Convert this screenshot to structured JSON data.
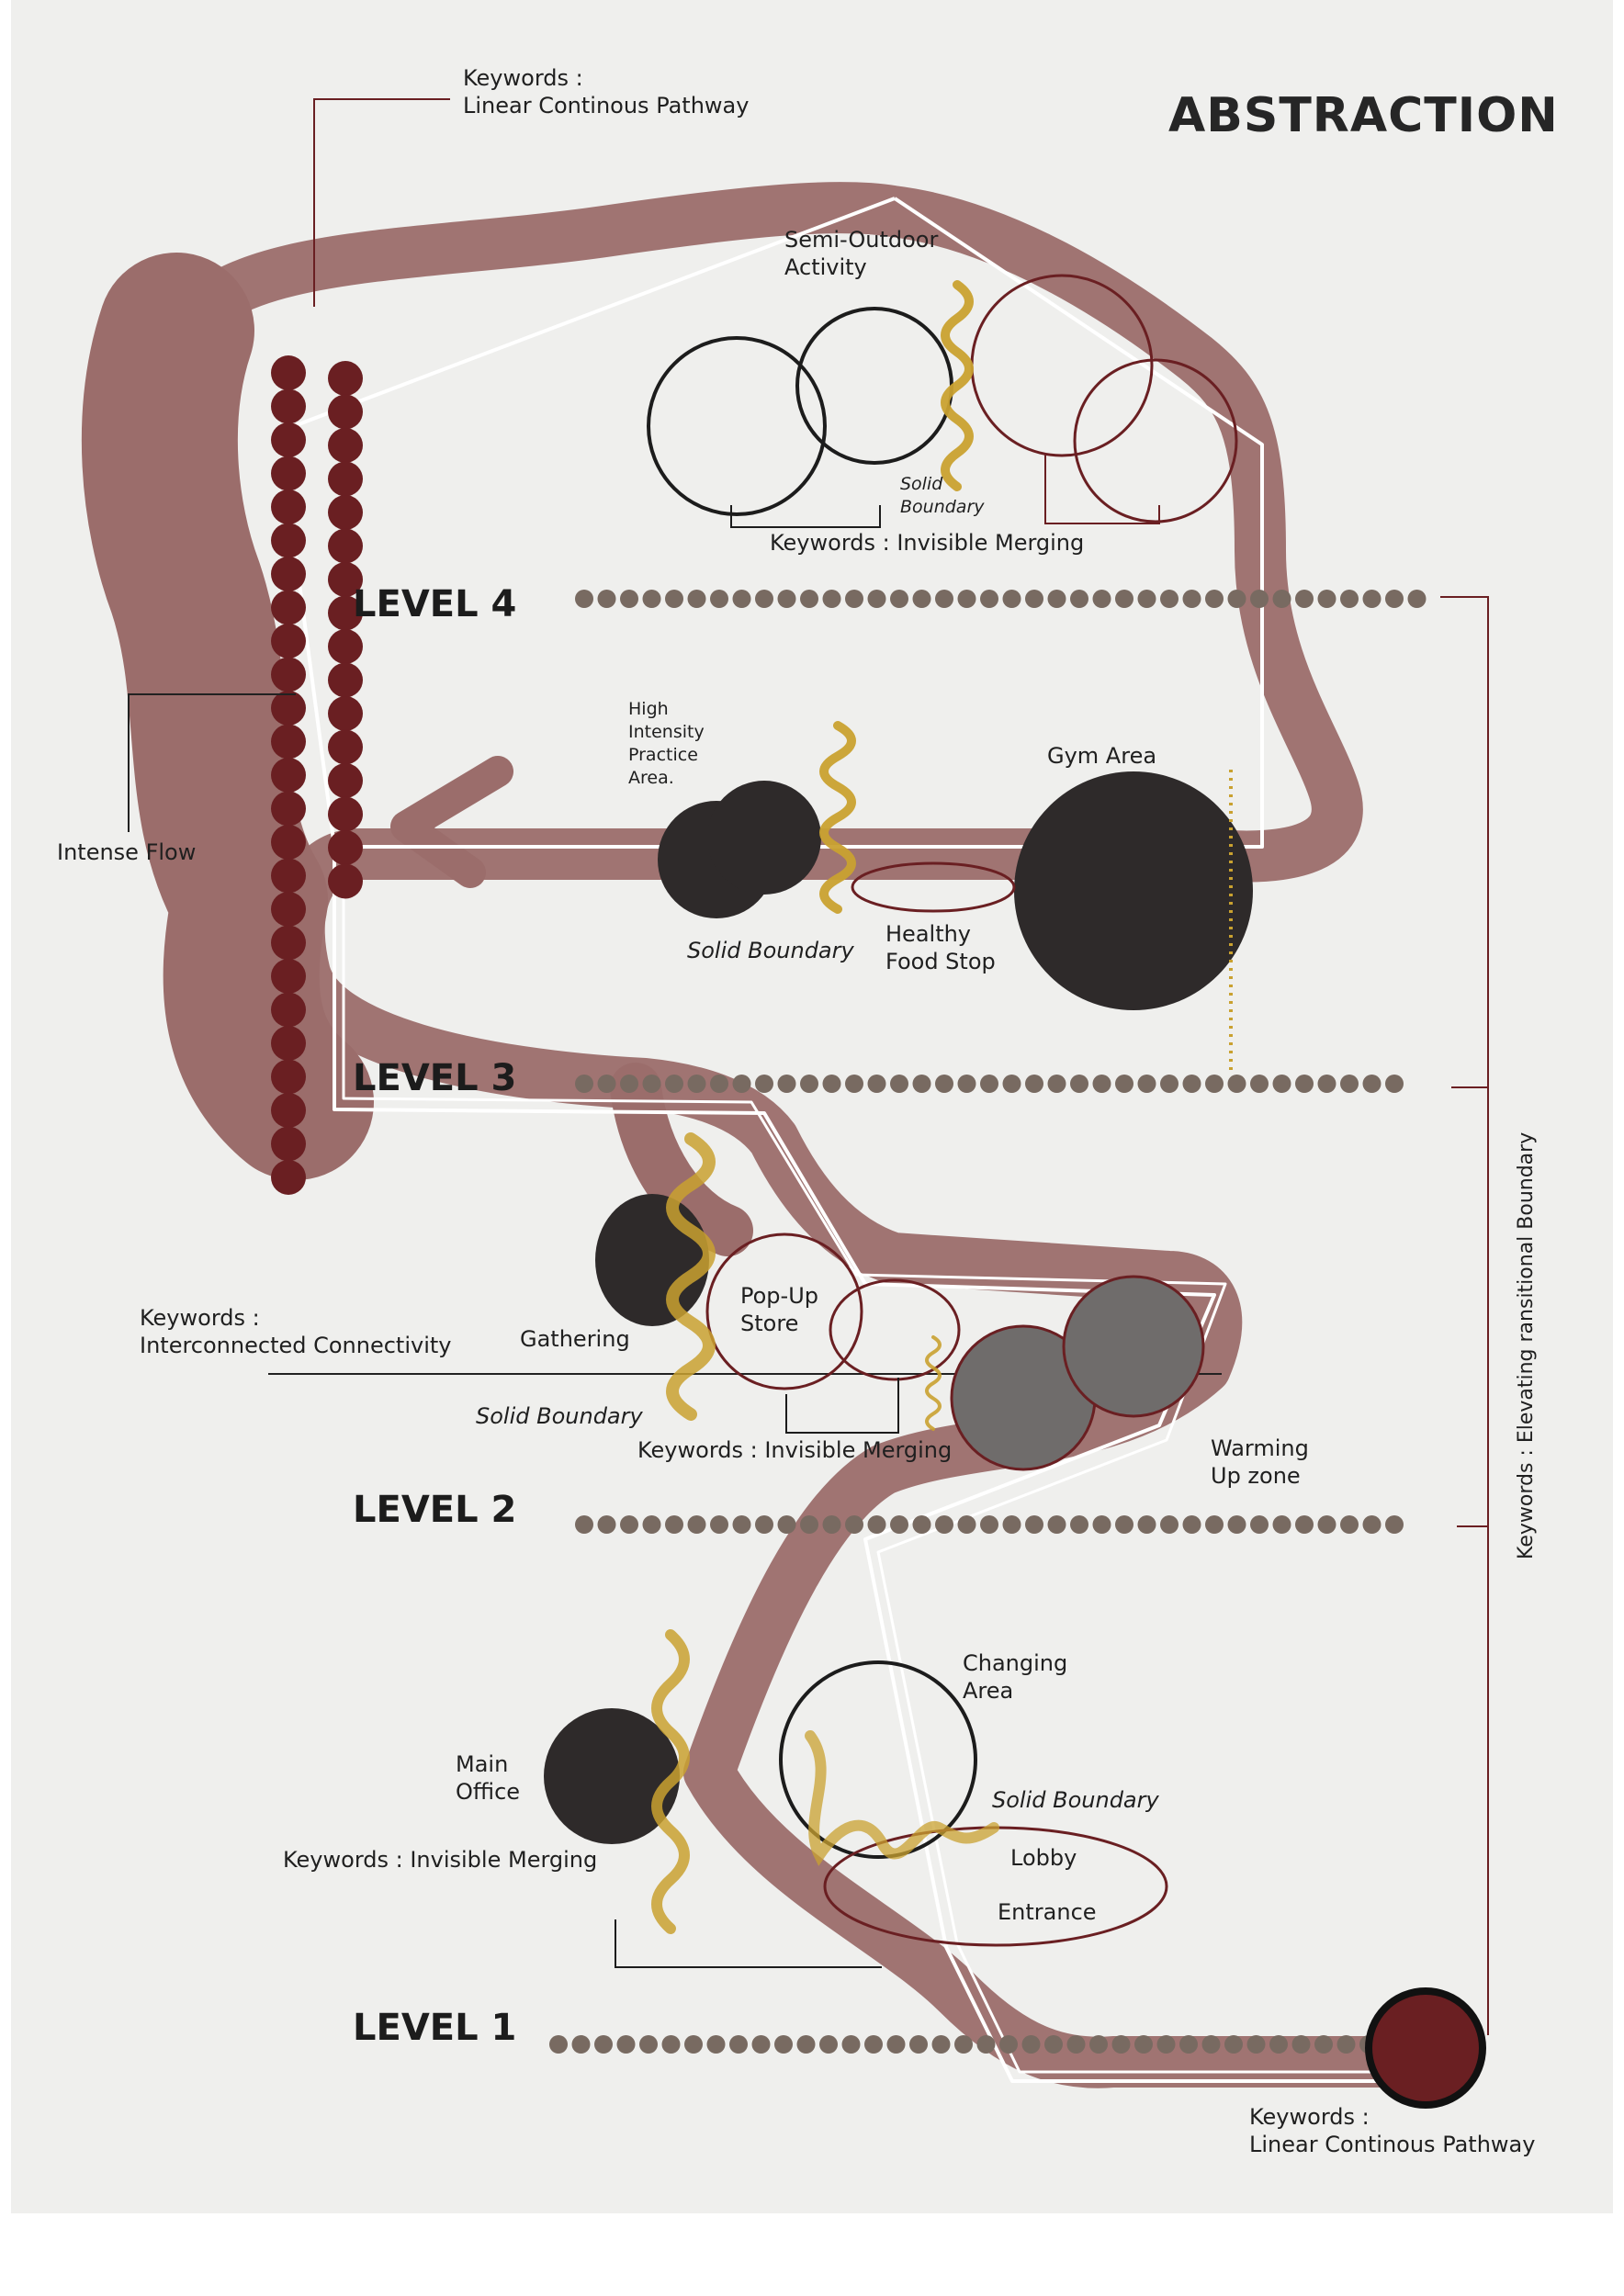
{
  "title": "ABSTRACTION",
  "colors": {
    "paper": "#efefed",
    "path": "#9b6d6b",
    "maroon": "#6a1f22",
    "dark": "#2e2a2a",
    "gray": "#6f6c6b",
    "gold": "#c9a130",
    "dots": "#786a61",
    "white": "#ffffff"
  },
  "levels": {
    "level4": "LEVEL 4",
    "level3": "LEVEL 3",
    "level2": "LEVEL 2",
    "level1": "LEVEL 1"
  },
  "keywords": {
    "top_linear": "Keywords :\nLinear Continous Pathway",
    "bottom_linear": "Keywords :\nLinear Continous Pathway",
    "level4_merging": "Keywords : Invisible Merging",
    "level2_merging": "Keywords : Invisible Merging",
    "level1_merging": "Keywords : Invisible Merging",
    "interconnected": "Keywords :\nInterconnected Connectivity",
    "elevating": "Keywords : Elevating ransitional Boundary"
  },
  "labels": {
    "intense_flow": "Intense Flow",
    "semi_outdoor": "Semi-Outdoor\nActivity",
    "solid_boundary_small": "Solid\nBoundary",
    "high_intensity": "High\nIntensity\nPractice\nArea.",
    "gym_area": "Gym Area",
    "healthy_food": "Healthy\nFood Stop",
    "solid_boundary_l3": "Solid Boundary",
    "gathering": "Gathering",
    "pop_up": "Pop-Up\nStore",
    "solid_boundary_l2": "Solid Boundary",
    "warming_up": "Warming\nUp zone",
    "changing_area": "Changing\nArea",
    "solid_boundary_l1": "Solid Boundary",
    "main_office": "Main\nOffice",
    "lobby": "Lobby",
    "entrance": "Entrance"
  }
}
